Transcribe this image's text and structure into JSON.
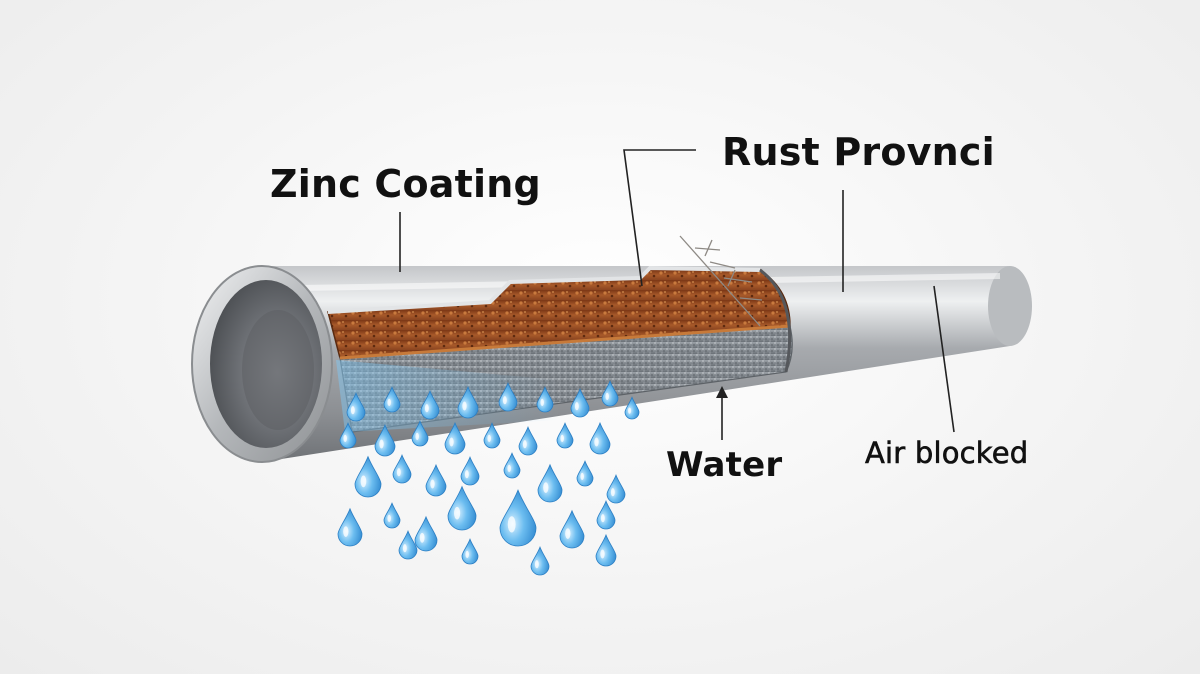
{
  "labels": {
    "zinc_coating": "Zinc Coating",
    "rust": "Rust Provnci",
    "water": "Water",
    "air_blocked": "Air blocked"
  },
  "colors": {
    "background": "#f3f3f3",
    "pipe_steel": "#9a9da1",
    "rust": "#a2532a",
    "zinc_layer": "#8d939a",
    "water": "#5fb3ea",
    "text": "#111111"
  }
}
